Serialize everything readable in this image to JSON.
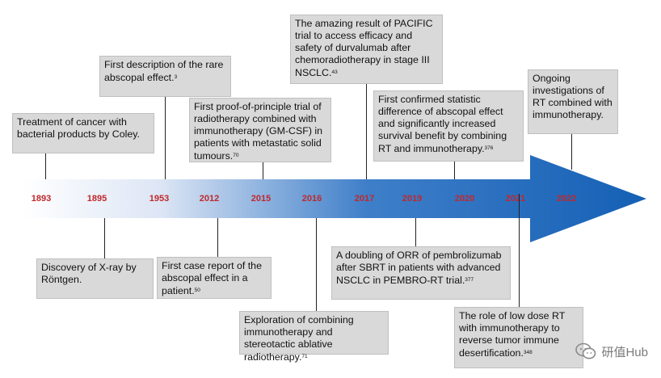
{
  "years": [
    "1893",
    "1895",
    "1953",
    "2012",
    "2015",
    "2016",
    "2017",
    "2019",
    "2020",
    "2021",
    "2022"
  ],
  "events": [
    {
      "text": "Treatment of cancer with bacterial products by Coley.",
      "ref": ""
    },
    {
      "text": "Discovery of X-ray by Röntgen.",
      "ref": ""
    },
    {
      "text": "First description of the rare abscopal effect.",
      "ref": "3"
    },
    {
      "text": "First case report of the abscopal effect in a patient.",
      "ref": "50"
    },
    {
      "text": "First proof-of-principle trial of radiotherapy combined with immunotherapy (GM-CSF) in patients with metastatic solid tumours.",
      "ref": "70"
    },
    {
      "text": "Exploration of combining immunotherapy and stereotactic ablative radiotherapy.",
      "ref": "71"
    },
    {
      "text": "The amazing result of PACIFIC trial to access efficacy and safety of durvalumab after chemoradiotherapy in stage III NSCLC.",
      "ref": "43"
    },
    {
      "text": "A doubling of ORR of pembrolizumab after SBRT in patients with advanced NSCLC in PEMBRO-RT trial.",
      "ref": "377"
    },
    {
      "text": "First confirmed statistic difference of abscopal effect and significantly increased survival benefit by combining RT and immunotherapy.",
      "ref": "376"
    },
    {
      "text": "The role of low dose RT with immunotherapy to reverse tumor immune desertification.",
      "ref": "348"
    },
    {
      "text": "Ongoing investigations of RT combined with immunotherapy.",
      "ref": ""
    }
  ],
  "watermark": {
    "text": "研值Hub",
    "icon": "wechat-icon"
  },
  "colors": {
    "arrow_start": "#ffffff",
    "arrow_end": "#1560b5",
    "year_text": "#c0282b",
    "box_fill": "#d9d9d9"
  }
}
